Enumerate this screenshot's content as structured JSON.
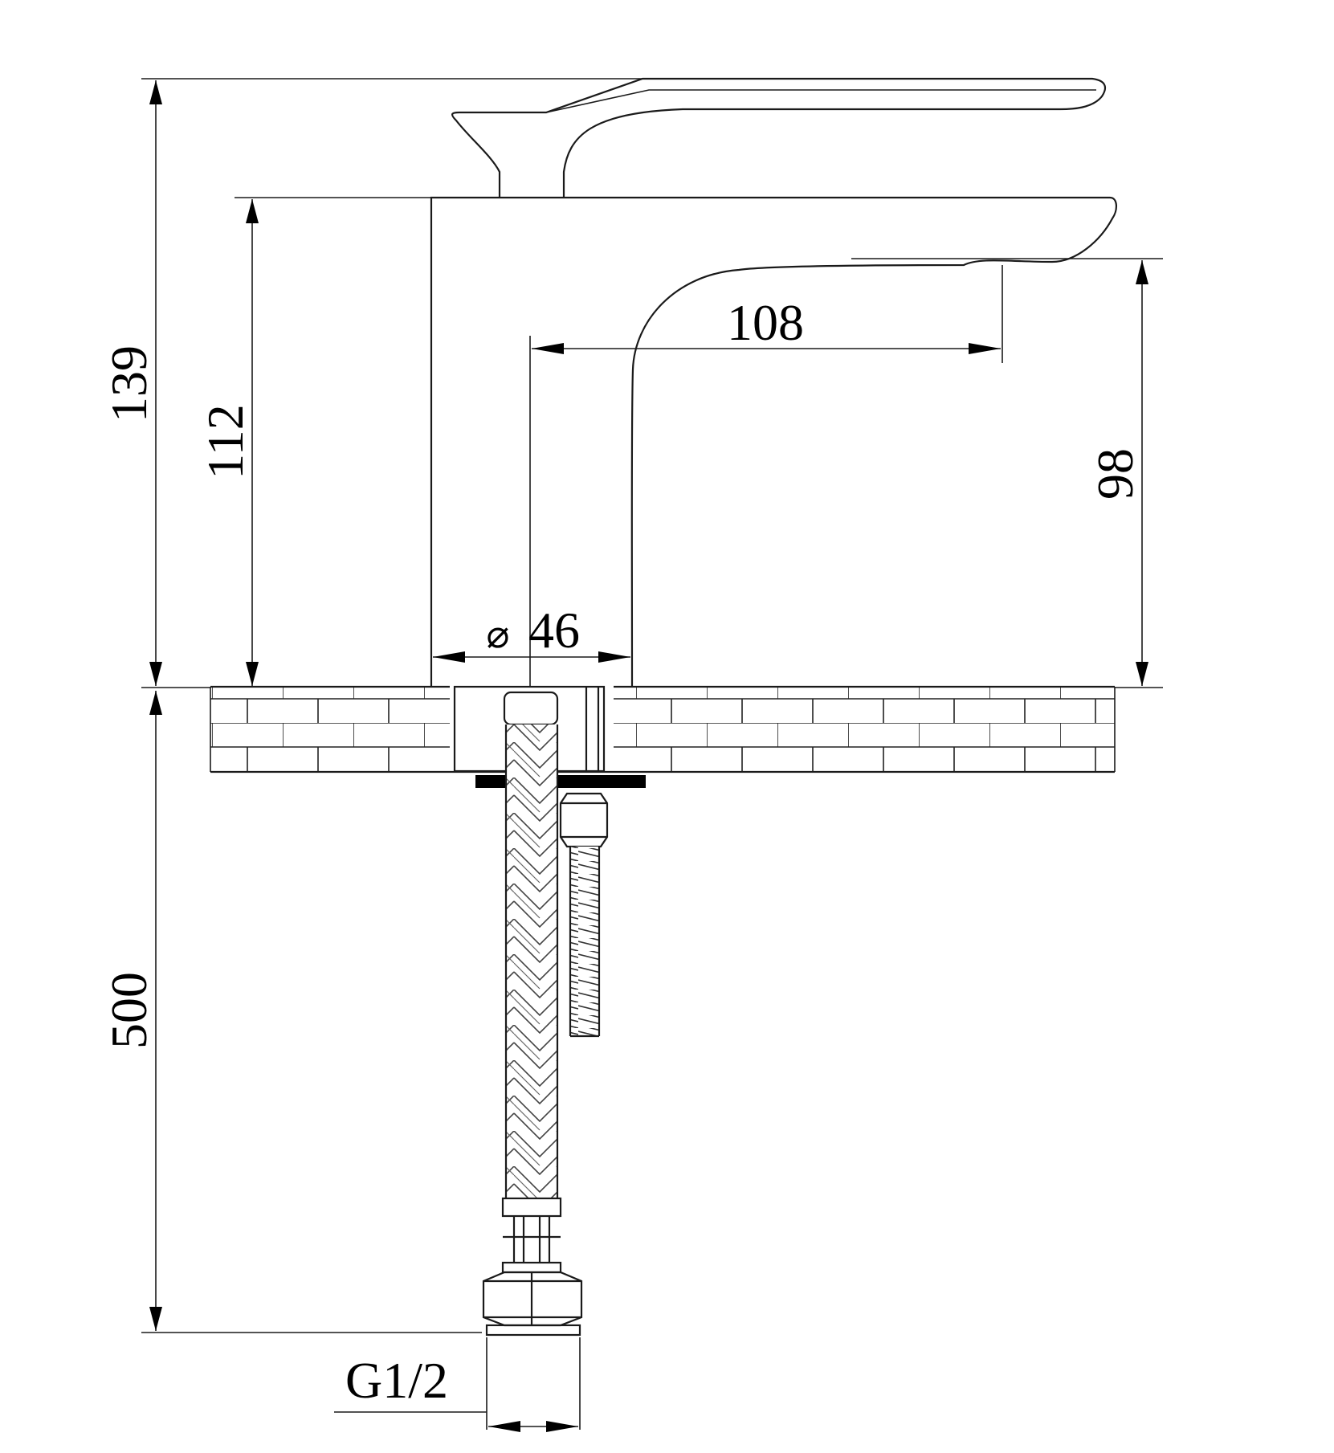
{
  "dimensions": {
    "overall_height": "139",
    "body_height": "112",
    "spout_reach": "108",
    "spout_clearance": "98",
    "base_diameter": "46",
    "hose_length": "500",
    "thread": "G1/2"
  },
  "symbols": {
    "diameter": "⌀"
  },
  "colors": {
    "line": "#000000",
    "background": "#ffffff"
  }
}
